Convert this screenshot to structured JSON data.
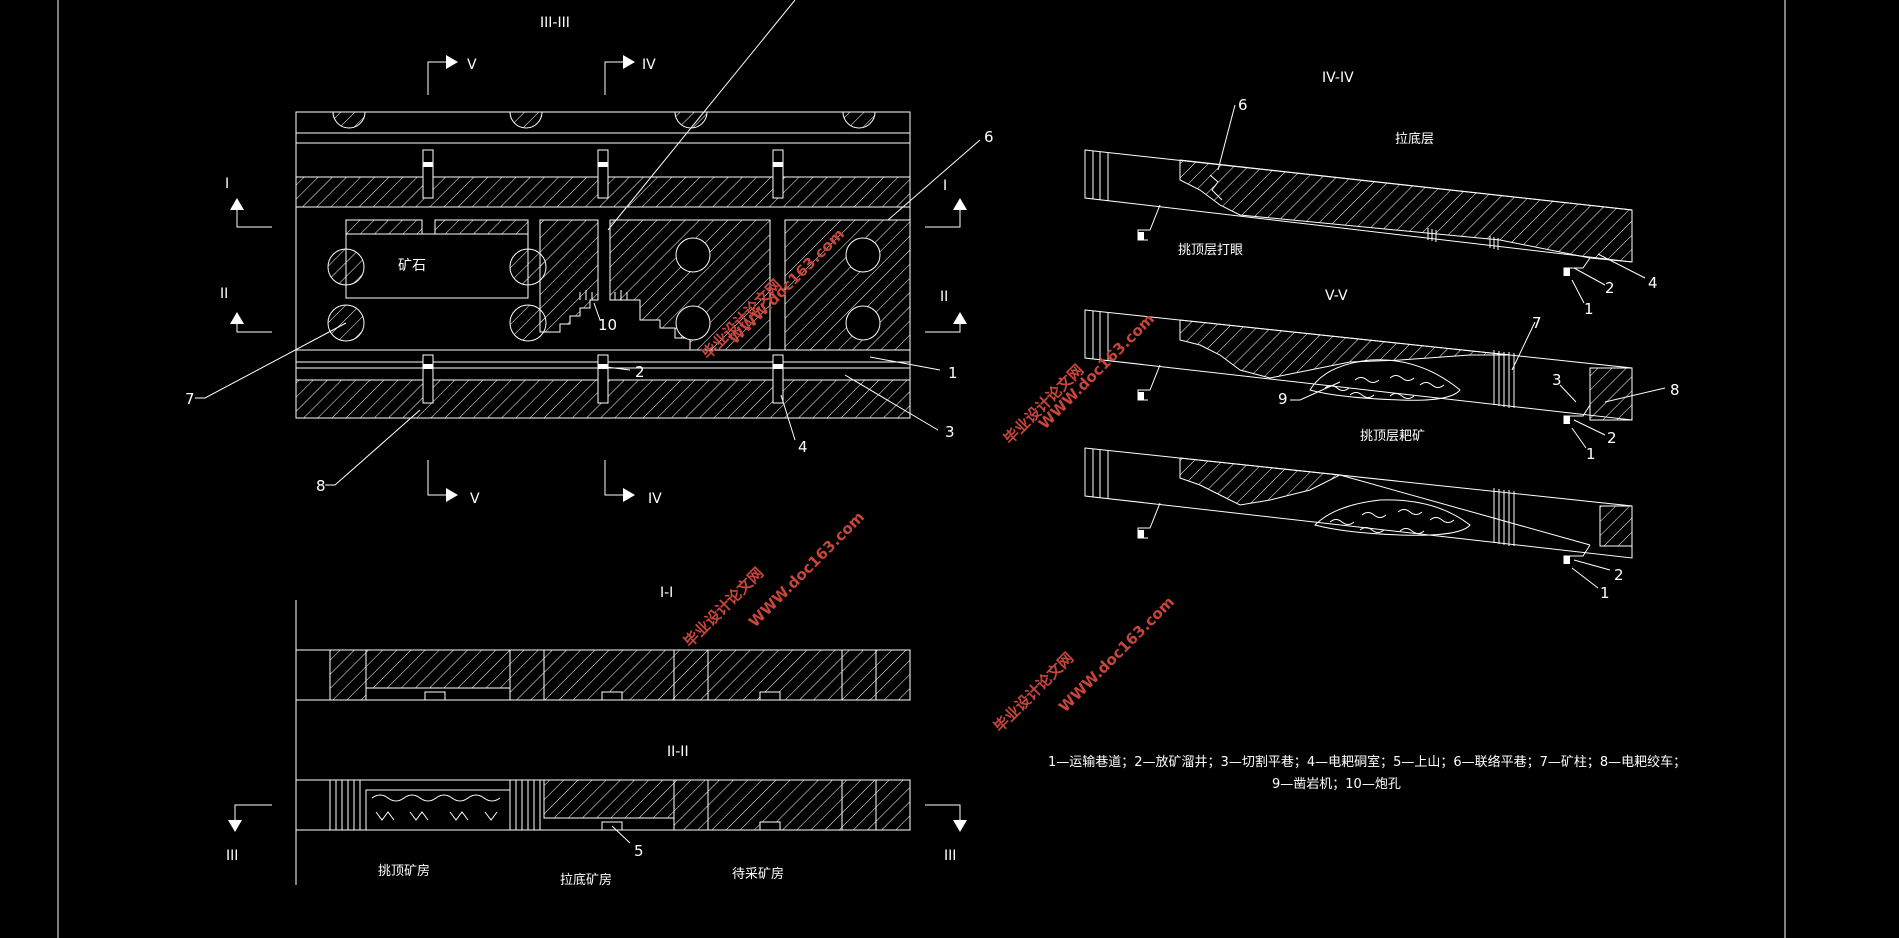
{
  "section_titles": {
    "s3": "III-III",
    "s4": "IV-IV",
    "s5": "V-V",
    "s1": "I-I",
    "s2": "II-II"
  },
  "cut_marks": {
    "I": "I",
    "II": "II",
    "III": "III",
    "IV": "IV",
    "V": "V"
  },
  "callouts": [
    "1",
    "2",
    "3",
    "4",
    "5",
    "6",
    "7",
    "8",
    "9",
    "10"
  ],
  "labels": {
    "ore": "矿石",
    "undercut_layer": "拉底层",
    "roof_drill": "挑顶层打眼",
    "roof_muck": "挑顶层耙矿",
    "roof_room": "挑顶矿房",
    "undercut_room": "拉底矿房",
    "pending_room": "待采矿房"
  },
  "legend": {
    "line1": "1—运输巷道；2—放矿溜井；3—切割平巷；4—电耙硐室；5—上山；6—联络平巷；7—矿柱；8—电耙绞车；",
    "line2": "9—凿岩机；10—炮孔"
  },
  "watermark": {
    "cn": "毕业设计论文网",
    "url": "WWW.doc163.com"
  }
}
